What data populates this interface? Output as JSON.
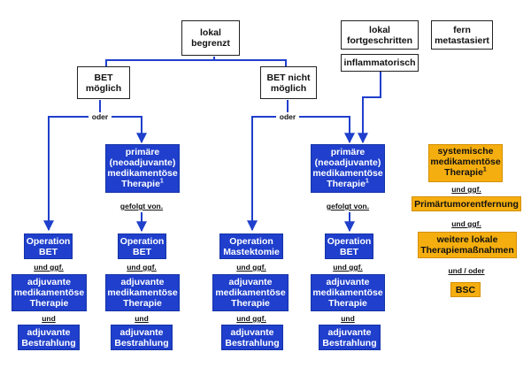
{
  "colors": {
    "blue": "#1f3fcc",
    "orange": "#f5ae0f",
    "line": "#1f3fcc"
  },
  "top": {
    "lokal_begrenzt": "lokal\nbegrenzt",
    "bet_moeglich": "BET\nmöglich",
    "bet_nicht_moeglich": "BET nicht\nmöglich",
    "lokal_fortgeschritten": "lokal\nfortgeschritten",
    "inflammatorisch": "inflammatorisch",
    "fern_metastasiert": "fern\nmetastasiert"
  },
  "connectors": {
    "oder": "oder"
  },
  "col1": {
    "operation": "Operation\nBET",
    "und_ggf": "und ggf.",
    "adjuvant_med": "adjuvante\nmedikamentöse\nTherapie",
    "und": "und",
    "bestrahlung": "adjuvante\nBestrahlung"
  },
  "col2": {
    "primaer": "primäre\n(neoadjuvante)\nmedikamentöse\nTherapie",
    "sup": "1",
    "gefolgt": "gefolgt von.",
    "operation": "Operation\nBET",
    "und_ggf": "und ggf.",
    "adjuvant_med": "adjuvante\nmedikamentöse\nTherapie",
    "und": "und",
    "bestrahlung": "adjuvante\nBestrahlung"
  },
  "col3": {
    "operation": "Operation\nMastektomie",
    "und_ggf_1": "und ggf.",
    "adjuvant_med": "adjuvante\nmedikamentöse\nTherapie",
    "und_ggf_2": "und ggf.",
    "bestrahlung": "adjuvante\nBestrahlung"
  },
  "col4": {
    "primaer": "primäre\n(neoadjuvante)\nmedikamentöse\nTherapie",
    "sup": "1",
    "gefolgt": "gefolgt von.",
    "operation": "Operation\nBET",
    "und_ggf": "und ggf.",
    "adjuvant_med": "adjuvante\nmedikamentöse\nTherapie",
    "und": "und",
    "bestrahlung": "adjuvante\nBestrahlung"
  },
  "col5": {
    "systemisch": "systemische\nmedikamentöse\nTherapie",
    "sup": "1",
    "und_ggf_1": "und ggf.",
    "primaertumor": "Primärtumorentfernung",
    "und_ggf_2": "und ggf.",
    "weitere": "weitere lokale\nTherapiemaßnahmen",
    "und_oder": "und / oder",
    "bsc": "BSC"
  }
}
